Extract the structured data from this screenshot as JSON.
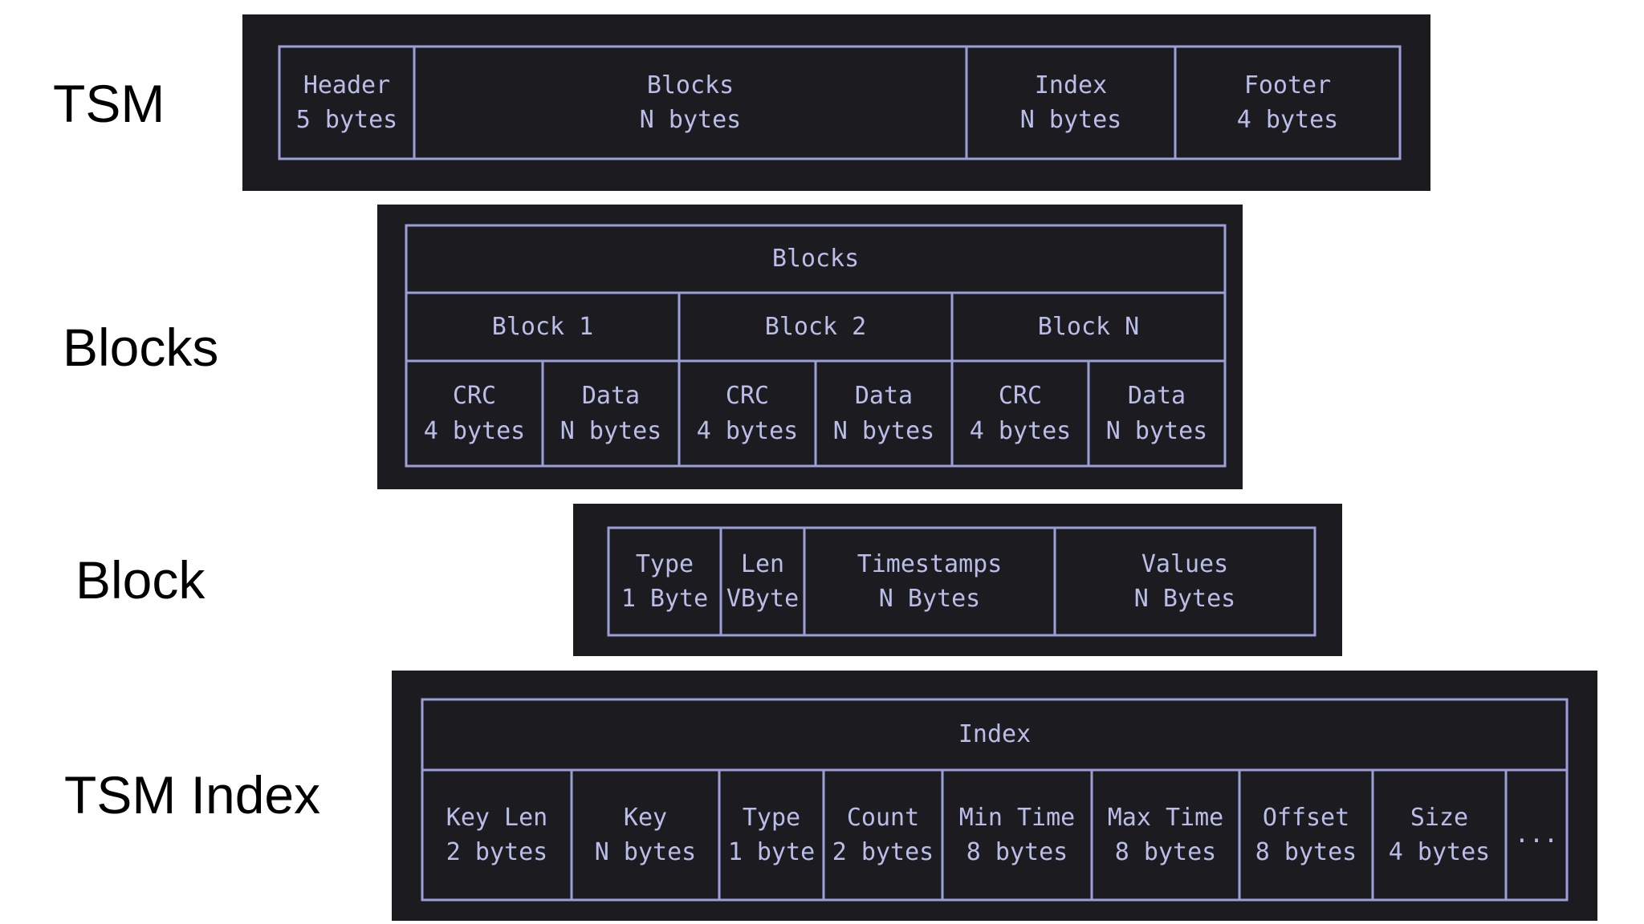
{
  "labels": {
    "tsm": "TSM",
    "blocks": "Blocks",
    "block": "Block",
    "tsm_index": "TSM Index"
  },
  "tsm": {
    "header": {
      "name": "Header",
      "size": "5 bytes"
    },
    "blocks": {
      "name": "Blocks",
      "size": "N bytes"
    },
    "index": {
      "name": "Index",
      "size": "N bytes"
    },
    "footer": {
      "name": "Footer",
      "size": "4 bytes"
    }
  },
  "blocks": {
    "title": "Blocks",
    "block1": "Block 1",
    "block2": "Block 2",
    "blockN": "Block N",
    "crc": {
      "name": "CRC",
      "size": "4 bytes"
    },
    "data": {
      "name": "Data",
      "size": "N bytes"
    }
  },
  "block": {
    "type": {
      "name": "Type",
      "size": "1 Byte"
    },
    "len": {
      "name": "Len",
      "size": "VByte"
    },
    "timestamps": {
      "name": "Timestamps",
      "size": "N Bytes"
    },
    "values": {
      "name": "Values",
      "size": "N Bytes"
    }
  },
  "index": {
    "title": "Index",
    "key_len": {
      "name": "Key Len",
      "size": "2 bytes"
    },
    "key": {
      "name": "Key",
      "size": "N bytes"
    },
    "type": {
      "name": "Type",
      "size": "1 byte"
    },
    "count": {
      "name": "Count",
      "size": "2 bytes"
    },
    "min_time": {
      "name": "Min Time",
      "size": "8 bytes"
    },
    "max_time": {
      "name": "Max Time",
      "size": "8 bytes"
    },
    "offset": {
      "name": "Offset",
      "size": "8 bytes"
    },
    "size": {
      "name": "Size",
      "size": "4 bytes"
    },
    "more": "..."
  },
  "colors": {
    "panel": "#1c1c20",
    "line": "#9b9fd8",
    "text": "#b9bde8"
  }
}
